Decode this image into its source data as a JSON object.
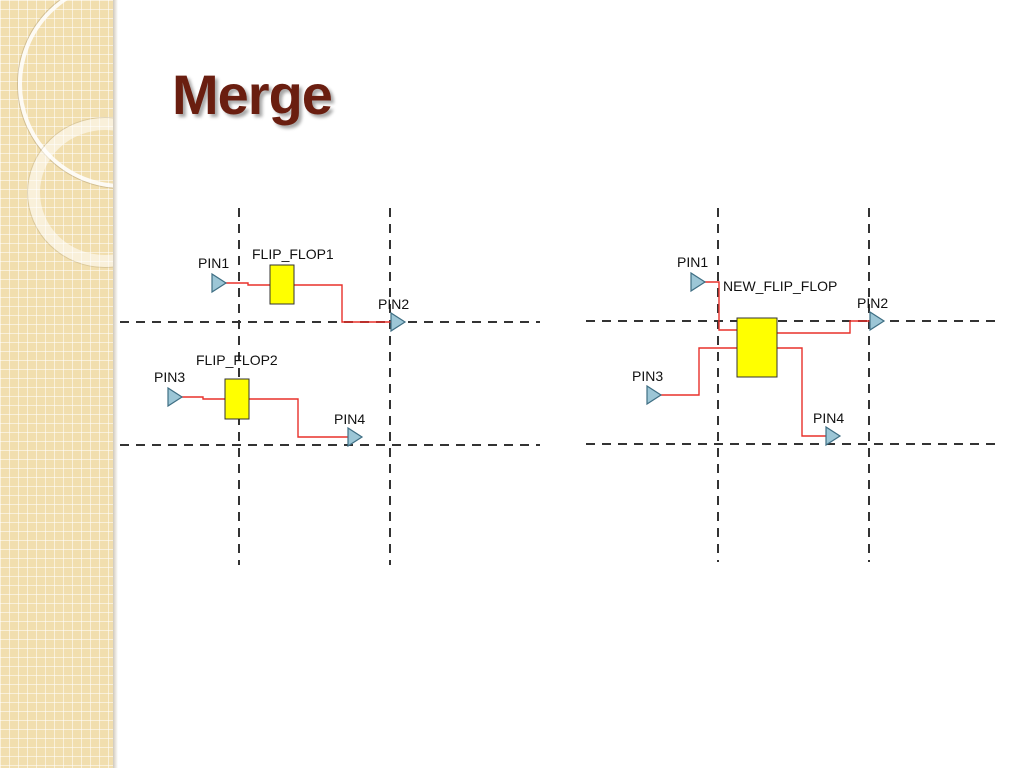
{
  "slide": {
    "title": "Merge"
  },
  "before": {
    "ff1_label": "FLIP_FLOP1",
    "ff2_label": "FLIP_FLOP2",
    "pins": [
      "PIN1",
      "PIN2",
      "PIN3",
      "PIN4"
    ]
  },
  "after": {
    "ff_label": "NEW_FLIP_FLOP",
    "pins": [
      "PIN1",
      "PIN2",
      "PIN3",
      "PIN4"
    ]
  },
  "colors": {
    "title": "#6a1e10",
    "wire": "#e8302a",
    "flip_flop_fill": "#ffff00",
    "pin_fill": "#9cc6d6",
    "grid": "#333333",
    "side_panel": "#f1deae"
  }
}
